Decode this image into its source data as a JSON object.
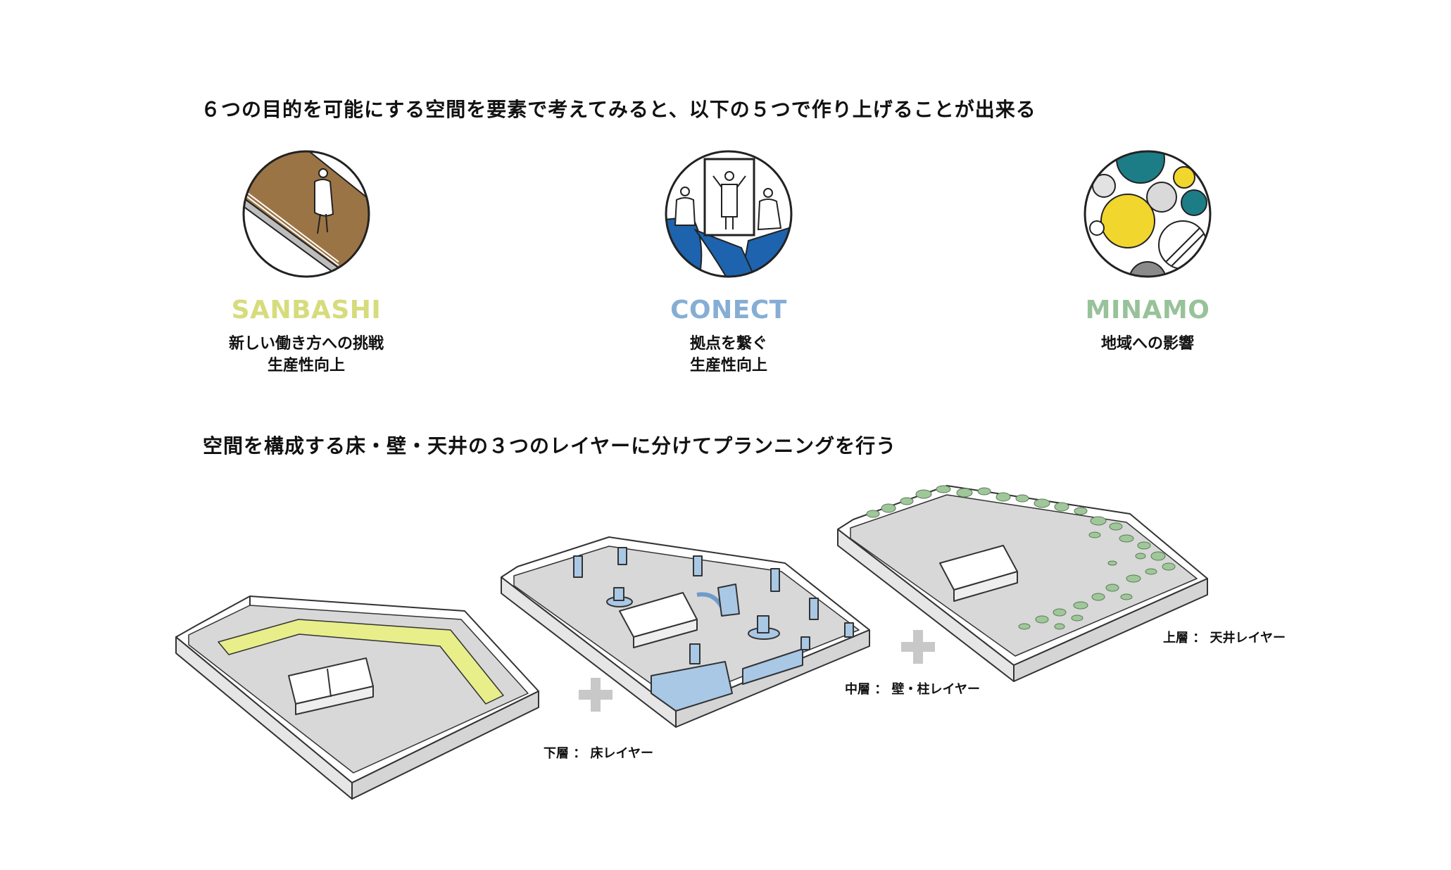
{
  "headings": {
    "purpose": "６つの目的を可能にする空間を要素で考えてみると、以下の５つで作り上げることが出来る",
    "layers": "空間を構成する床・壁・天井の３つのレイヤーに分けてプランニングを行う"
  },
  "pillars": [
    {
      "name": "SANBASHI",
      "color": "#d6dc7c",
      "icon": "pier-walker-icon",
      "lines": [
        "新しい働き方への挑戦",
        "生産性向上"
      ]
    },
    {
      "name": "CONECT",
      "color": "#86aed5",
      "icon": "connected-people-icon",
      "lines": [
        "拠点を繋ぐ",
        "生産性向上"
      ]
    },
    {
      "name": "MINAMO",
      "color": "#98c29a",
      "icon": "ripple-circles-icon",
      "lines": [
        "地域への影響"
      ]
    }
  ],
  "layers": [
    {
      "label": "下層 ： 床レイヤー",
      "accent": "#e8ee8a"
    },
    {
      "label": "中層 ： 壁・柱レイヤー",
      "accent": "#a9c8e6"
    },
    {
      "label": "上層 ： 天井レイヤー",
      "accent": "#9fc79a"
    }
  ],
  "palette": {
    "plus": "#c8c8c8",
    "floor": "#d9d9d9",
    "wall": "#ffffff",
    "line": "#333333"
  }
}
